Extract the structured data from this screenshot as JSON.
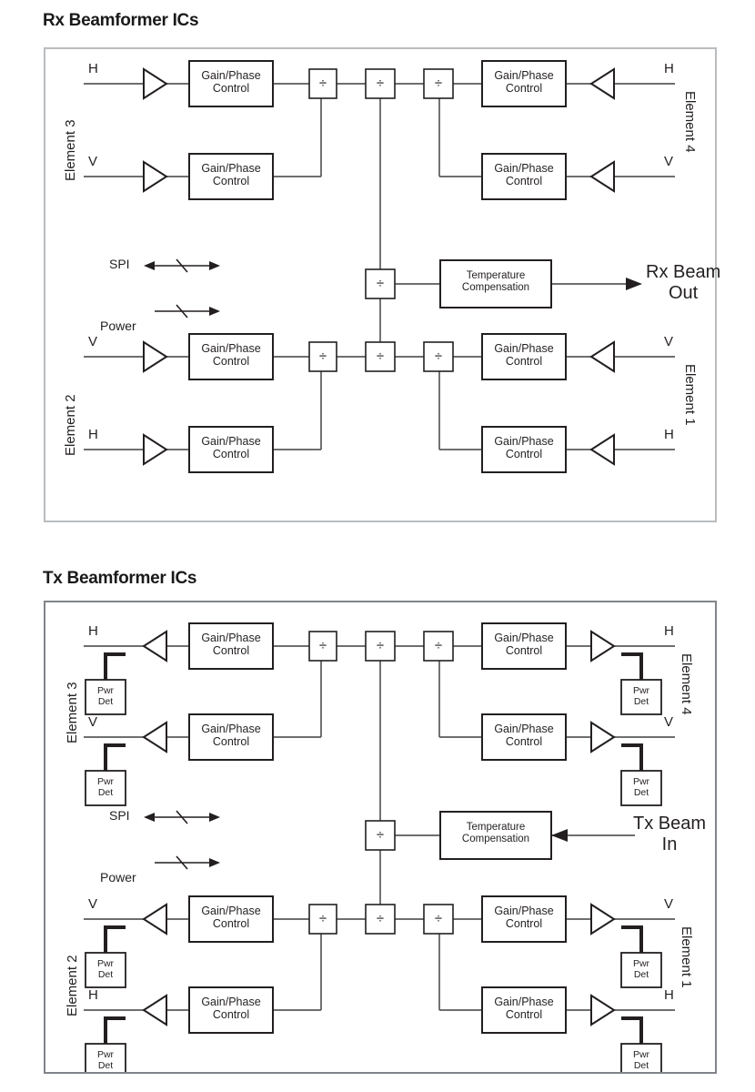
{
  "sections": [
    {
      "id": "rx",
      "title": "Rx Beamformer ICs",
      "beam_label_line1": "Rx Beam",
      "beam_label_line2": "Out",
      "beam_direction": "out",
      "elements": {
        "top_left": "Element 3",
        "bottom_left": "Element 2",
        "top_right": "Element 4",
        "bottom_right": "Element 1"
      },
      "polarizations": {
        "top_left": [
          "H",
          "V"
        ],
        "bottom_left": [
          "V",
          "H"
        ],
        "top_right": [
          "H",
          "V"
        ],
        "bottom_right": [
          "V",
          "H"
        ]
      },
      "gain_phase_label_line1": "Gain/Phase",
      "gain_phase_label_line2": "Control",
      "temp_comp_line1": "Temperature",
      "temp_comp_line2": "Compensation",
      "divider_symbol": "÷",
      "bus_spi": "SPI",
      "bus_power": "Power",
      "has_power_detectors": false,
      "gain_phase_block_count": 8,
      "divider_count": 7,
      "amplifier_count": 8
    },
    {
      "id": "tx",
      "title": "Tx Beamformer ICs",
      "beam_label_line1": "Tx Beam",
      "beam_label_line2": "In",
      "beam_direction": "in",
      "elements": {
        "top_left": "Element 3",
        "bottom_left": "Element 2",
        "top_right": "Element 4",
        "bottom_right": "Element 1"
      },
      "polarizations": {
        "top_left": [
          "H",
          "V"
        ],
        "bottom_left": [
          "V",
          "H"
        ],
        "top_right": [
          "H",
          "V"
        ],
        "bottom_right": [
          "V",
          "H"
        ]
      },
      "gain_phase_label_line1": "Gain/Phase",
      "gain_phase_label_line2": "Control",
      "temp_comp_line1": "Temperature",
      "temp_comp_line2": "Compensation",
      "divider_symbol": "÷",
      "bus_spi": "SPI",
      "bus_power": "Power",
      "pwr_det_line1": "Pwr",
      "pwr_det_line2": "Det",
      "has_power_detectors": true,
      "power_detector_count": 8,
      "gain_phase_block_count": 8,
      "divider_count": 7,
      "amplifier_count": 8
    }
  ],
  "colors": {
    "line": "#58595b",
    "box_border": "#231f20",
    "text": "#231f20",
    "panel_border_rx": "#b9bcbe",
    "panel_border_tx": "#808488",
    "background": "#ffffff"
  }
}
